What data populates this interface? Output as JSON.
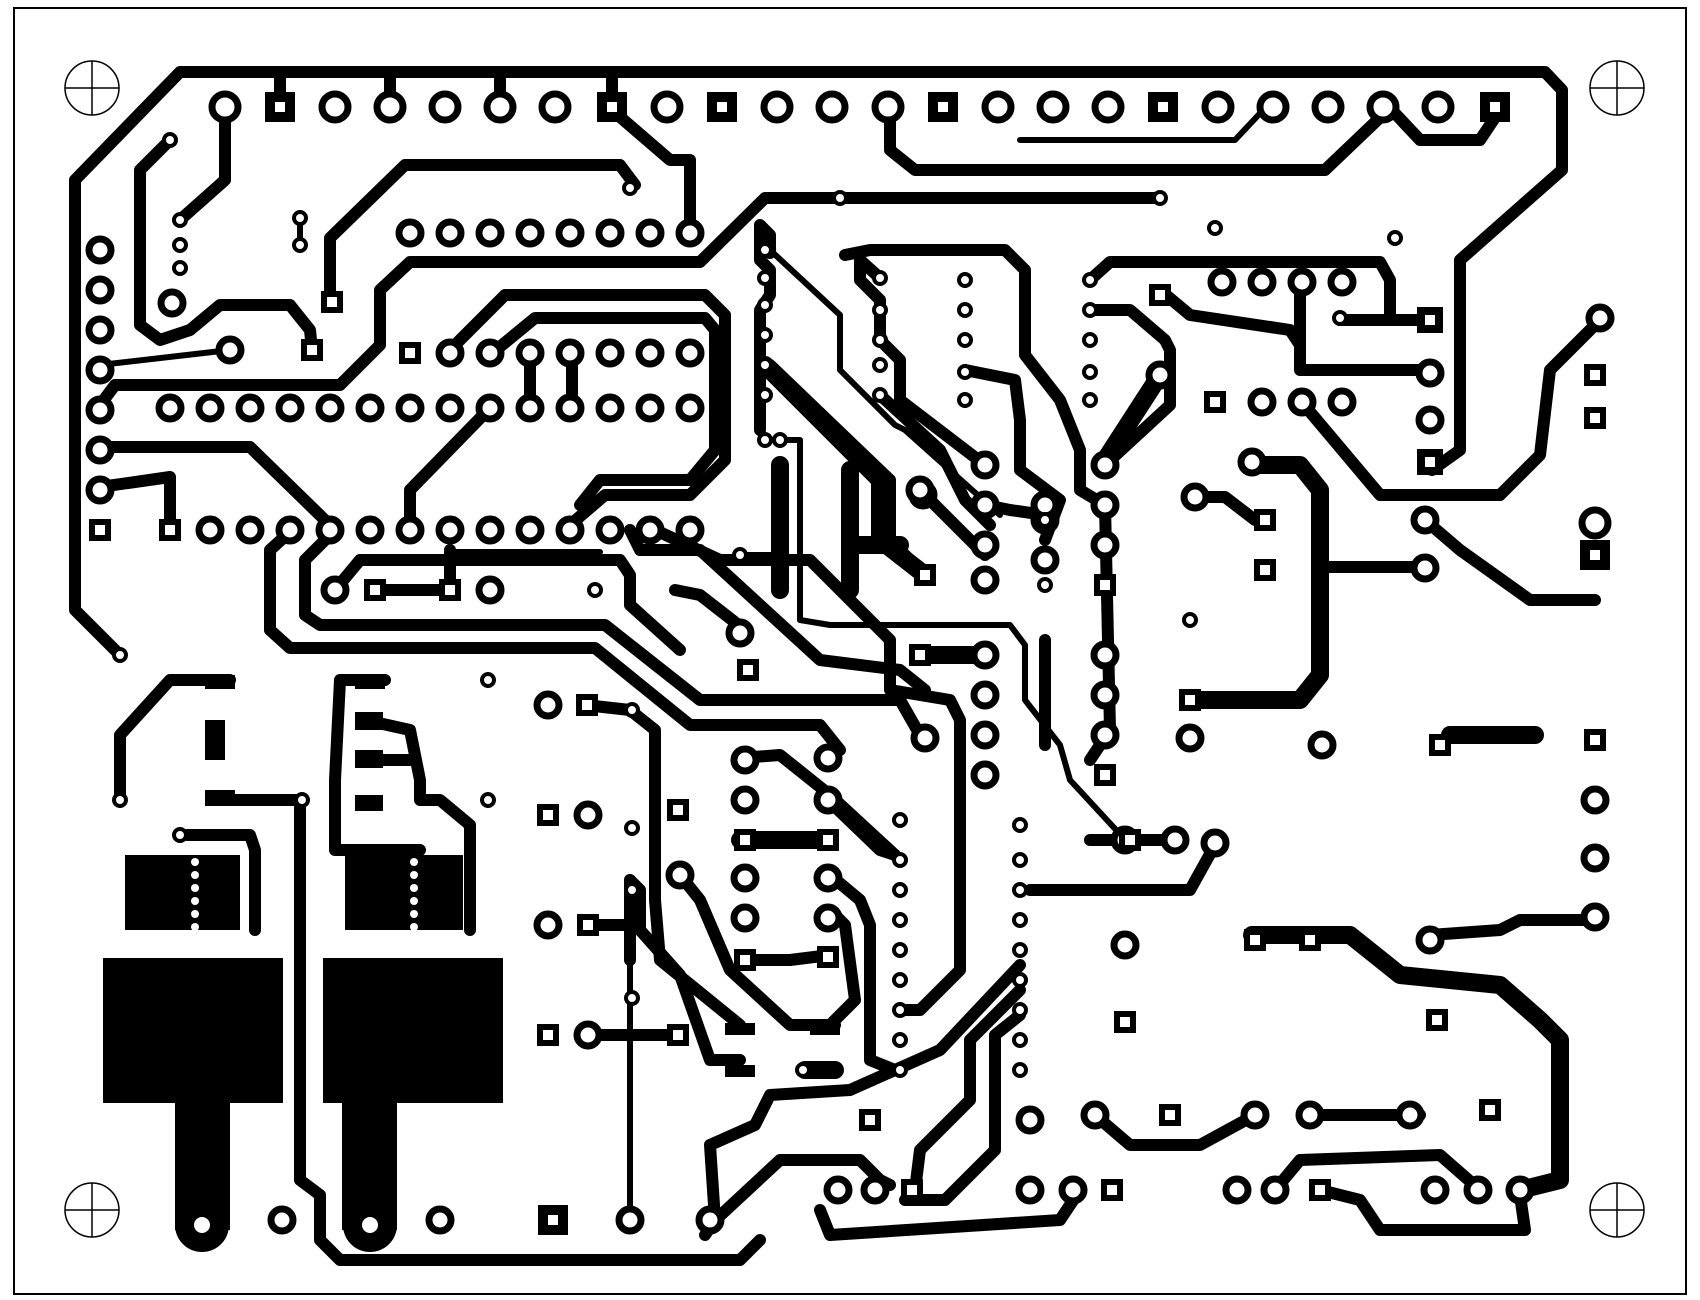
{
  "board": {
    "background_color": "#ffffff",
    "copper_color": "#000000"
  },
  "mounting_hole_icon": "crosshair-circle-icon",
  "mounting_holes": [
    {
      "id": "mounting-hole-top-left"
    },
    {
      "id": "mounting-hole-top-right"
    },
    {
      "id": "mounting-hole-bottom-left"
    },
    {
      "id": "mounting-hole-bottom-right"
    }
  ]
}
